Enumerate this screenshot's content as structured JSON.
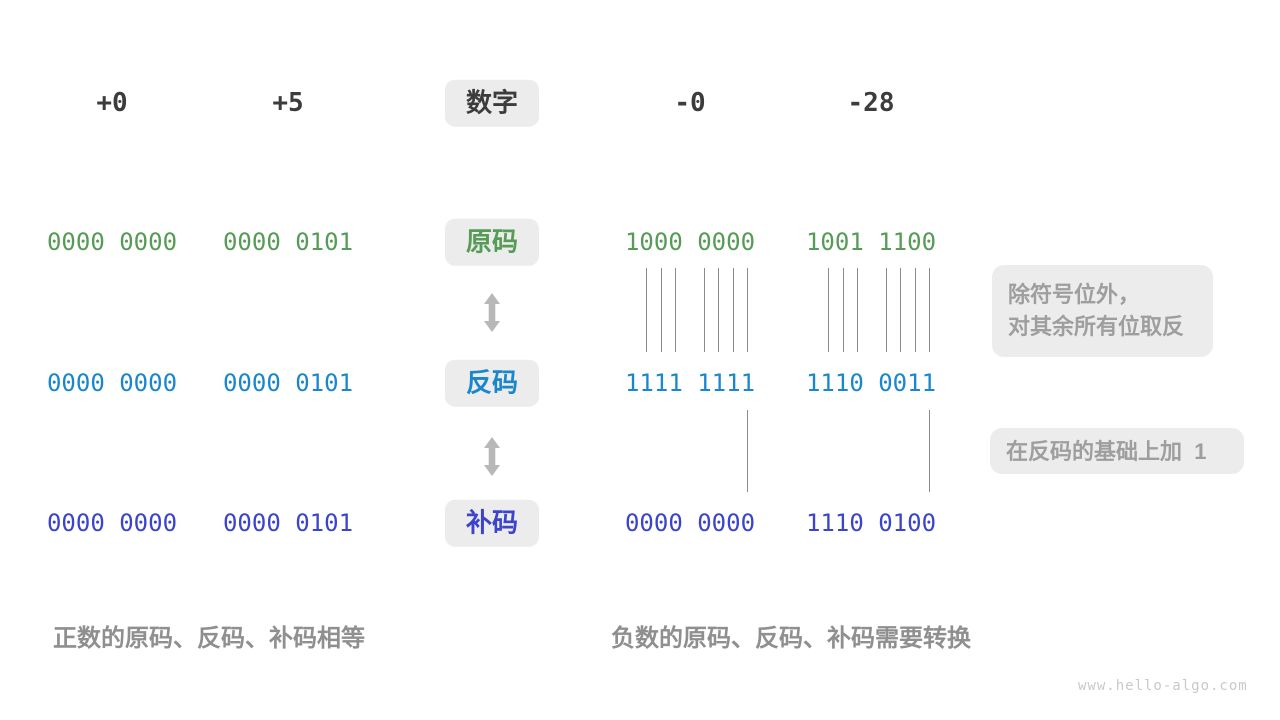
{
  "colors": {
    "sign_green": "#569b56",
    "ones_blue": "#1a87cd",
    "twos_indigo": "#3b44cb",
    "heading_dark": "#3c3c3c",
    "caption_gray": "#8f8f8f",
    "annotation_gray": "#9e9e9e",
    "badge_bg": "#ececec",
    "arrow_gray": "#b8b8b8",
    "tick_gray": "#8c8c8c",
    "watermark_gray": "#c9c9c9"
  },
  "header": {
    "badge_label": "数字",
    "values": [
      "+0",
      "+5",
      "-0",
      "-28"
    ]
  },
  "rows": [
    {
      "id": "sign-magnitude",
      "badge_label": "原码",
      "values": [
        "0000 0000",
        "0000 0101",
        "1000 0000",
        "1001 1100"
      ]
    },
    {
      "id": "ones-complement",
      "badge_label": "反码",
      "values": [
        "0000 0000",
        "0000 0101",
        "1111 1111",
        "1110 0011"
      ]
    },
    {
      "id": "twos-complement",
      "badge_label": "补码",
      "values": [
        "0000 0000",
        "0000 0101",
        "0000 0000",
        "1110 0100"
      ]
    }
  ],
  "annotations": {
    "flip_line1": "除符号位外，",
    "flip_line2": "对其余所有位取反",
    "add_one": "在反码的基础上加  1"
  },
  "captions": {
    "positive": "正数的原码、反码、补码相等",
    "negative": "负数的原码、反码、补码需要转换"
  },
  "watermark": "www.hello-algo.com"
}
